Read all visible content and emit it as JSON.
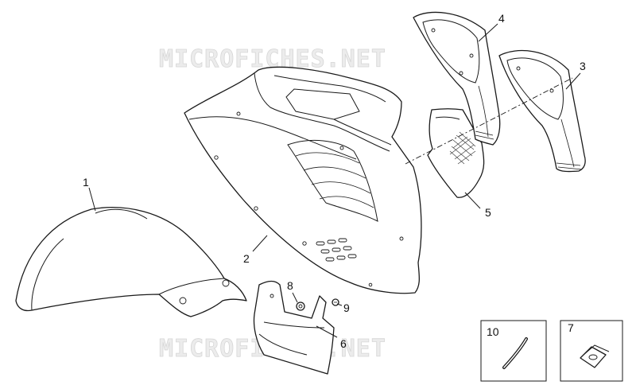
{
  "watermark": "MICROFICHES.NET",
  "callouts": {
    "c1": "1",
    "c2": "2",
    "c3": "3",
    "c4": "4",
    "c5": "5",
    "c6": "6",
    "c7": "7",
    "c8": "8",
    "c9": "9",
    "c10": "10"
  }
}
